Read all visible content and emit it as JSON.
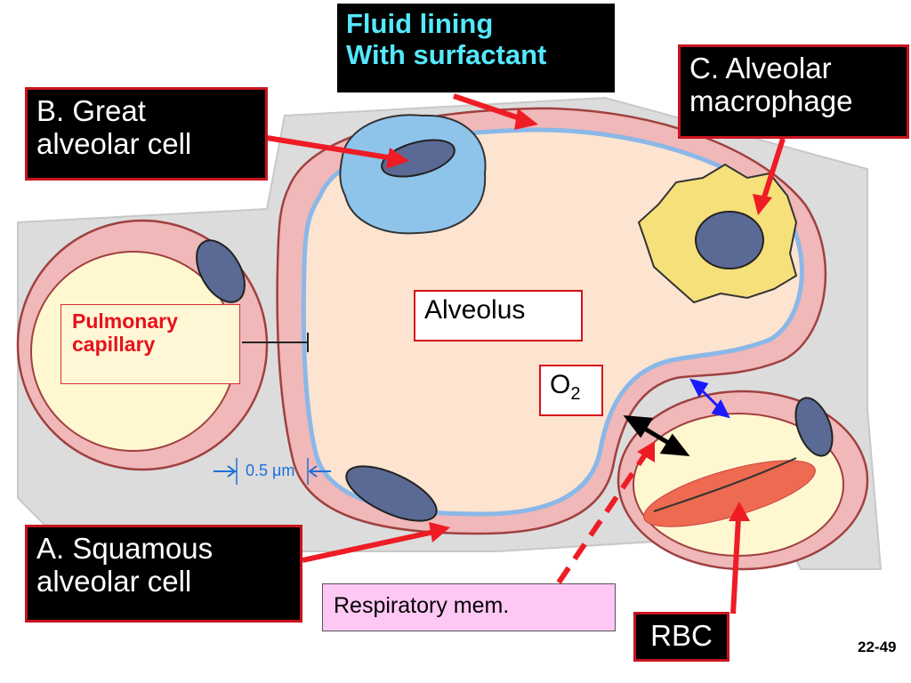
{
  "labels": {
    "fluid_lining": [
      "Fluid lining",
      "With surfactant"
    ],
    "great_cell": [
      "B. Great",
      "alveolar cell"
    ],
    "macrophage": [
      "C. Alveolar",
      "macrophage"
    ],
    "pulmonary": [
      "Pulmonary",
      "capillary"
    ],
    "alveolus": "Alveolus",
    "o2_main": "O",
    "o2_sub": "2",
    "squamous": [
      "A. Squamous",
      "alveolar cell"
    ],
    "resp_mem": "Respiratory mem.",
    "rbc": "RBC",
    "scale": "0.5 μm",
    "slide_number": "22-49"
  },
  "colors": {
    "label_box": "#000000",
    "label_border": "#c8141e",
    "fluid_text": "#55e8ff",
    "arrow": "#ee1c25",
    "wall": "#f0b8b8",
    "alveolus_fill": "#fde4d0",
    "capillary_fill": "#fff7d0",
    "great_cell": "#8ec4ea",
    "macrophage": "#f6e07a",
    "nucleus": "#5a6a94",
    "rbc": "#ee6a50",
    "surfactant": "#8ab8e8",
    "tissue_bg": "#dcdcdc",
    "scale": "#1e6fd8"
  }
}
